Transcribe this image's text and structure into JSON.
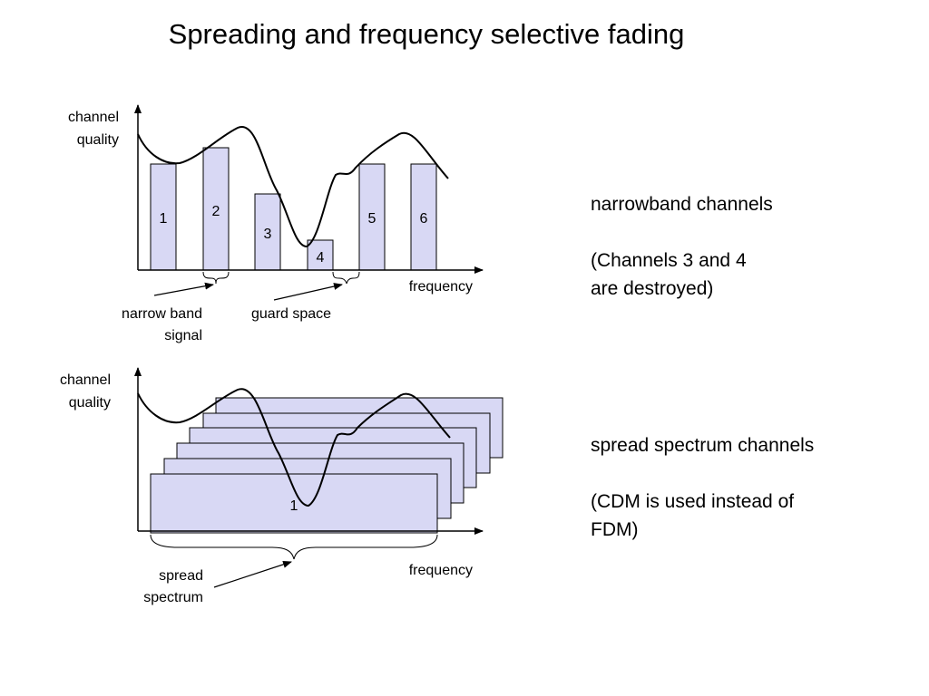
{
  "title": "Spreading and frequency selective fading",
  "colors": {
    "channel_fill": "#d8d8f4",
    "stroke": "#000000",
    "background": "#ffffff"
  },
  "top_diagram": {
    "y_axis_label": [
      "channel",
      "quality"
    ],
    "x_axis_label": "frequency",
    "channels": [
      "1",
      "2",
      "3",
      "4",
      "5",
      "6"
    ],
    "annotations": {
      "narrow_band": [
        "narrow band",
        "signal"
      ],
      "guard_space": "guard space"
    }
  },
  "bottom_diagram": {
    "y_axis_label": [
      "channel",
      "quality"
    ],
    "x_axis_label": "frequency",
    "channel": "1",
    "annotations": {
      "spread_spectrum": [
        "spread",
        "spectrum"
      ]
    }
  },
  "side_text": {
    "narrowband": {
      "heading": "narrowband channels",
      "note": [
        "(Channels 3 and 4",
        "are destroyed)"
      ]
    },
    "spread": {
      "heading": "spread spectrum channels",
      "note": [
        "(CDM is used instead of",
        "FDM)"
      ]
    }
  }
}
